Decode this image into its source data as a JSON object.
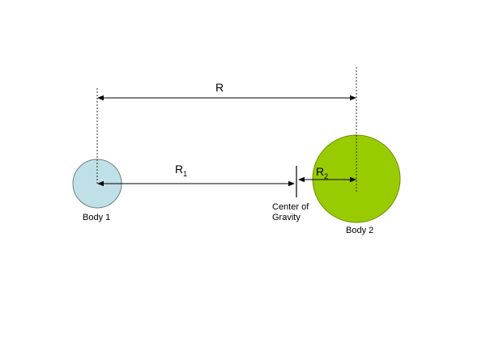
{
  "labels": {
    "distance_total": "R",
    "r1_main": "R",
    "r1_sub": "1",
    "r2_main": "R",
    "r2_sub": "2",
    "center_line1": "Center of",
    "center_line2": "Gravity",
    "body1": "Body 1",
    "body2": "Body 2"
  },
  "colors": {
    "body1_fill": "#bfe0e6",
    "body1_stroke": "#6f7f86",
    "body2_fill": "#99cc00",
    "body2_stroke": "#6f8a00",
    "line": "#000000",
    "background": "#ffffff"
  }
}
